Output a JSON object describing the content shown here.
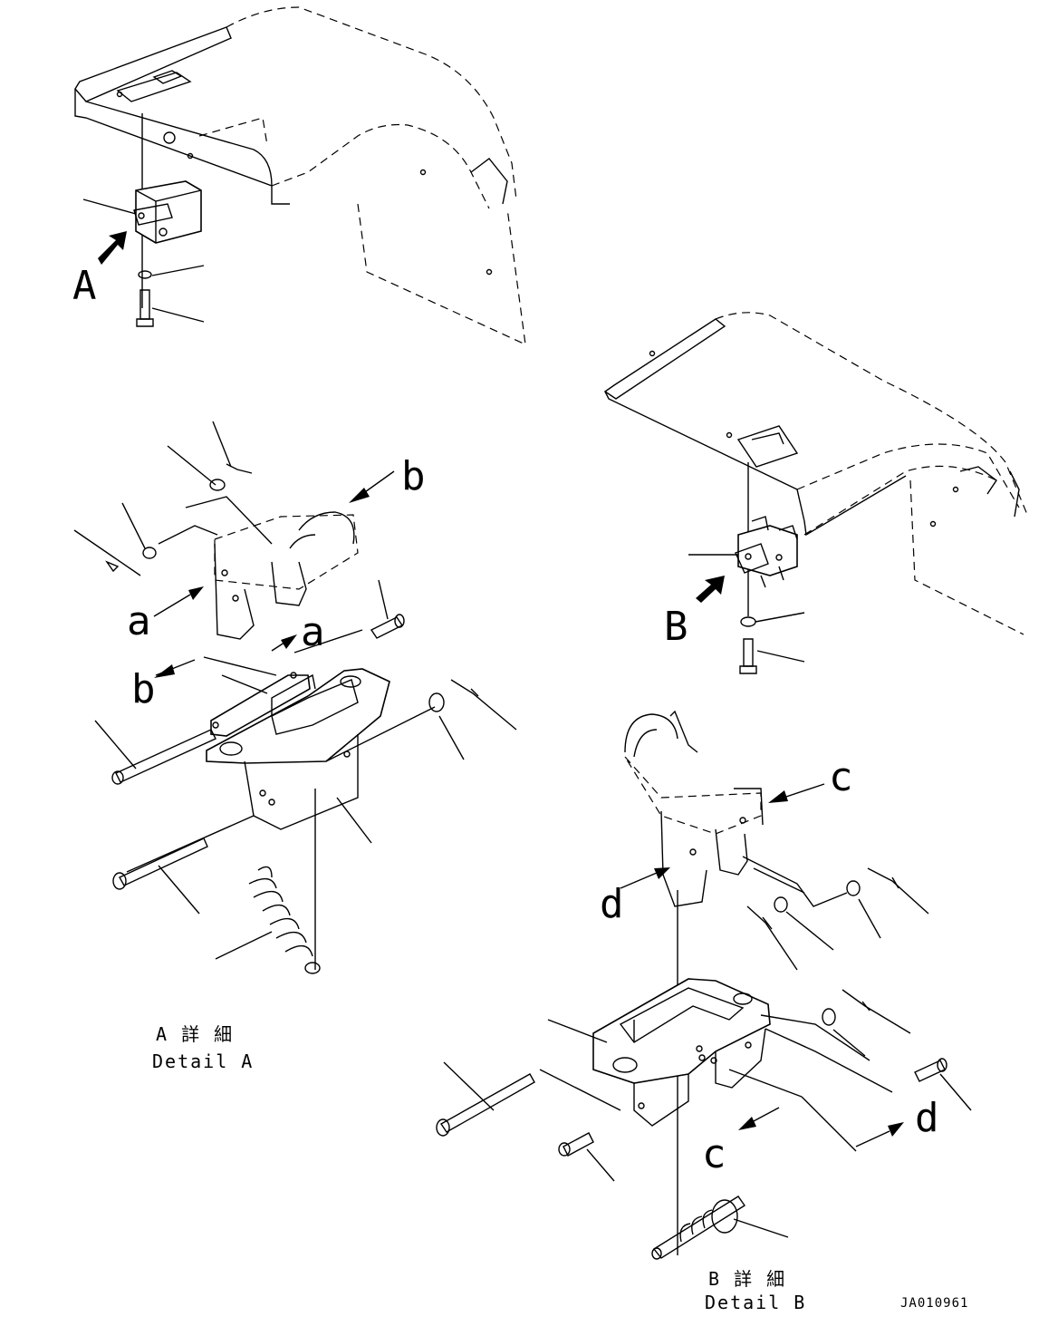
{
  "labels": {
    "view_a": "A",
    "view_b": "B",
    "a1": "a",
    "a2": "a",
    "b1": "b",
    "b2": "b",
    "c1": "c",
    "c2": "c",
    "d1": "d",
    "d2": "d"
  },
  "detail_a": {
    "jp": "A 詳 細",
    "en": "Detail A"
  },
  "detail_b": {
    "jp": "B 詳 細",
    "en": "Detail B"
  },
  "drawing_code": "JA010961"
}
